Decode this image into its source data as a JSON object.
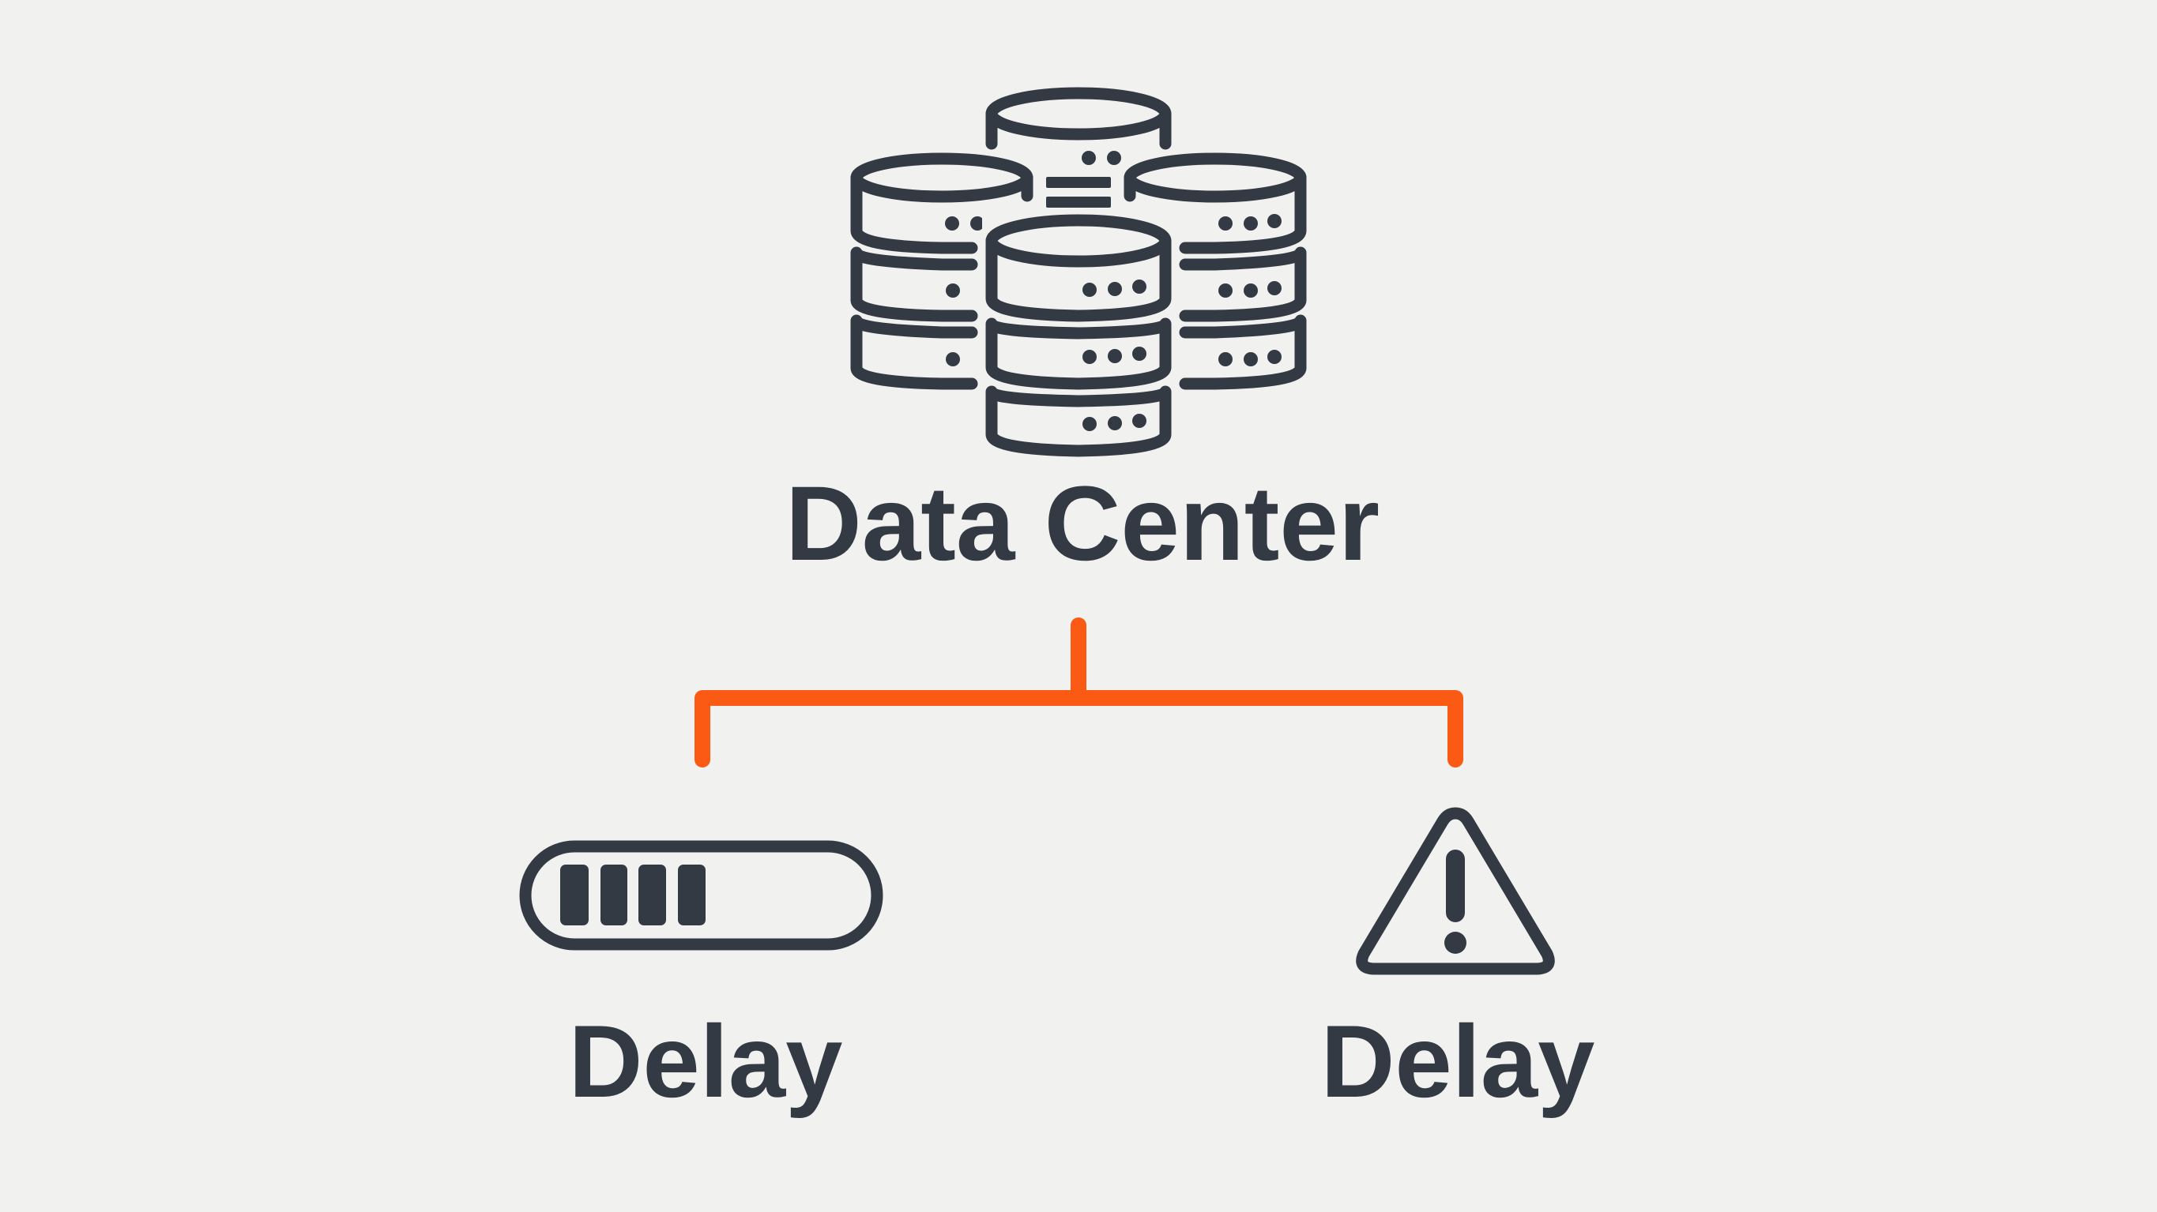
{
  "diagram": {
    "root": {
      "label": "Data Center",
      "icon": "database-servers-icon"
    },
    "children": [
      {
        "label": "Delay",
        "icon": "progress-bar-icon",
        "progress_segments_filled": 4
      },
      {
        "label": "Delay",
        "icon": "warning-triangle-icon"
      }
    ],
    "colors": {
      "background": "#f1f1f0",
      "icon_and_text": "#343a44",
      "connector": "#fb5a14"
    }
  }
}
